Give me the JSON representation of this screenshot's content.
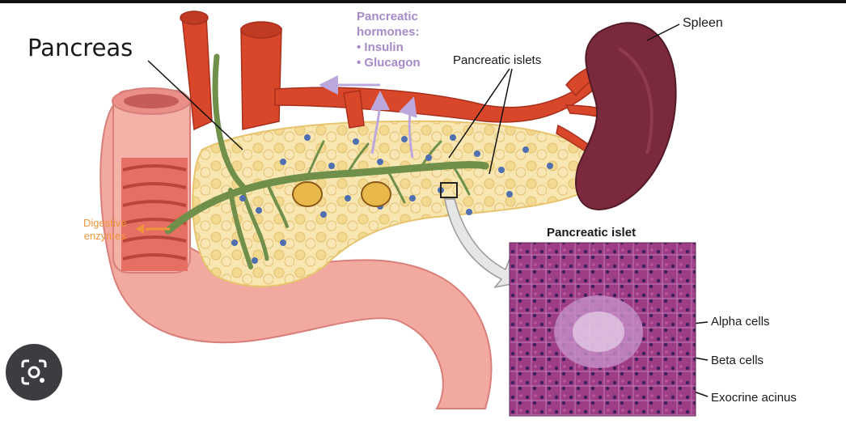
{
  "labels": {
    "pancreas": "Pancreas",
    "hormones_title_1": "Pancreatic",
    "hormones_title_2": "hormones:",
    "hormones": [
      "• Insulin",
      "• Glucagon"
    ],
    "pancreatic_islets": "Pancreatic islets",
    "spleen": "Spleen",
    "digestive_1": "Digestive",
    "digestive_2": "enzymes",
    "islet_panel_title": "Pancreatic islet",
    "alpha_cells": "Alpha cells",
    "beta_cells": "Beta cells",
    "exocrine_acinus": "Exocrine acinus"
  },
  "colors": {
    "artery": "#d9472b",
    "pancreas_tissue": "#f4dfa0",
    "duct": "#6f8f4a",
    "spleen": "#7a2a3c",
    "intestine": "#f0a7a0",
    "histology": "#9b3f86",
    "hormone_label": "#a78ac9",
    "enzyme_label": "#f0953a"
  },
  "overlay": {
    "icon": "lens-icon"
  }
}
